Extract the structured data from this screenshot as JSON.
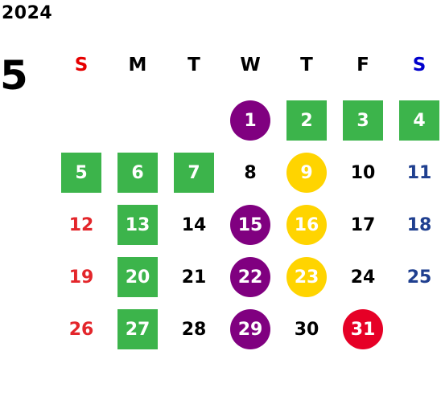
{
  "year": "2024",
  "month": "5",
  "colors": {
    "sunday_header": "#e60000",
    "saturday_header": "#0000cc",
    "sunday_date": "#e3262b",
    "saturday_date": "#1f3f8f",
    "weekday_date": "#000000",
    "green_box": "#3cb44b",
    "purple_circle": "#800080",
    "yellow_circle": "#ffd400",
    "red_circle": "#e60026"
  },
  "weekdays": [
    {
      "label": "S",
      "kind": "sunday"
    },
    {
      "label": "M",
      "kind": "weekday"
    },
    {
      "label": "T",
      "kind": "weekday"
    },
    {
      "label": "W",
      "kind": "weekday"
    },
    {
      "label": "T",
      "kind": "weekday"
    },
    {
      "label": "F",
      "kind": "weekday"
    },
    {
      "label": "S",
      "kind": "saturday"
    }
  ],
  "weeks": [
    [
      null,
      null,
      null,
      {
        "day": "1",
        "style": "purple"
      },
      {
        "day": "2",
        "style": "green"
      },
      {
        "day": "3",
        "style": "green"
      },
      {
        "day": "4",
        "style": "green"
      }
    ],
    [
      {
        "day": "5",
        "style": "green"
      },
      {
        "day": "6",
        "style": "green"
      },
      {
        "day": "7",
        "style": "green"
      },
      {
        "day": "8",
        "style": "plain"
      },
      {
        "day": "9",
        "style": "yellow"
      },
      {
        "day": "10",
        "style": "plain"
      },
      {
        "day": "11",
        "style": "plain"
      }
    ],
    [
      {
        "day": "12",
        "style": "plain"
      },
      {
        "day": "13",
        "style": "green"
      },
      {
        "day": "14",
        "style": "plain"
      },
      {
        "day": "15",
        "style": "purple"
      },
      {
        "day": "16",
        "style": "yellow"
      },
      {
        "day": "17",
        "style": "plain"
      },
      {
        "day": "18",
        "style": "plain"
      }
    ],
    [
      {
        "day": "19",
        "style": "plain"
      },
      {
        "day": "20",
        "style": "green"
      },
      {
        "day": "21",
        "style": "plain"
      },
      {
        "day": "22",
        "style": "purple"
      },
      {
        "day": "23",
        "style": "yellow"
      },
      {
        "day": "24",
        "style": "plain"
      },
      {
        "day": "25",
        "style": "plain"
      }
    ],
    [
      {
        "day": "26",
        "style": "plain"
      },
      {
        "day": "27",
        "style": "green"
      },
      {
        "day": "28",
        "style": "plain"
      },
      {
        "day": "29",
        "style": "purple"
      },
      {
        "day": "30",
        "style": "plain"
      },
      {
        "day": "31",
        "style": "red"
      },
      null
    ]
  ]
}
